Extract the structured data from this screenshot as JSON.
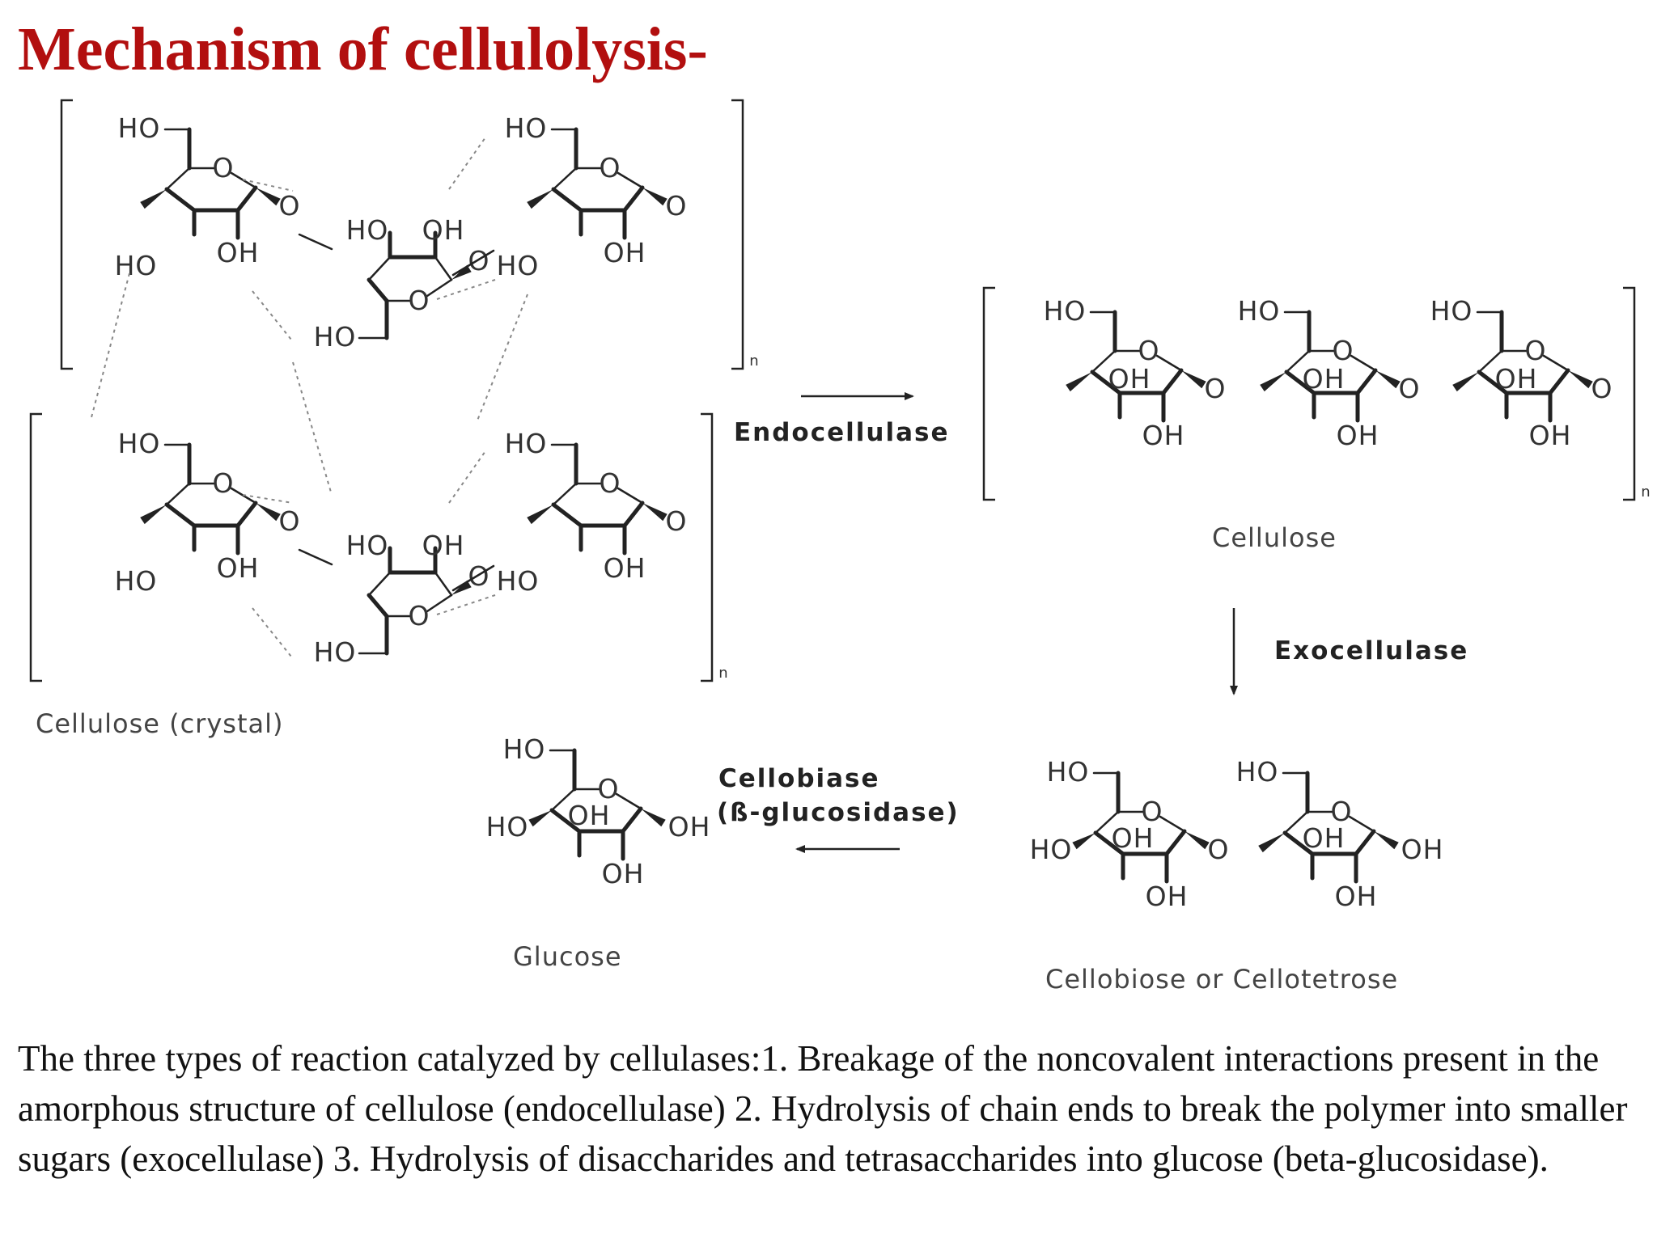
{
  "title": "Mechanism of cellulolysis-",
  "diagram": {
    "labels": {
      "cellulose_crystal": "Cellulose (crystal)",
      "cellulose": "Cellulose",
      "cellobiose": "Cellobiose or Cellotetrose",
      "glucose": "Glucose"
    },
    "enzymes": {
      "endocellulase": "Endocellulase",
      "exocellulase": "Exocellulase",
      "cellobiase_line1": "Cellobiase",
      "cellobiase_line2": "(ß-glucosidase)"
    },
    "atoms": {
      "ho": "HO",
      "oh": "OH",
      "o": "O",
      "n": "n"
    }
  },
  "caption": "The three types of reaction catalyzed by cellulases:1. Breakage of the noncovalent interactions present in the amorphous structure of cellulose (endocellulase) 2. Hydrolysis of chain ends to break the polymer into smaller sugars (exocellulase) 3. Hydrolysis of disaccharides and tetrasaccharides into glucose (beta-glucosidase).",
  "colors": {
    "title": "#b20f0f",
    "bonds": "#222222",
    "hbond": "#888888"
  }
}
